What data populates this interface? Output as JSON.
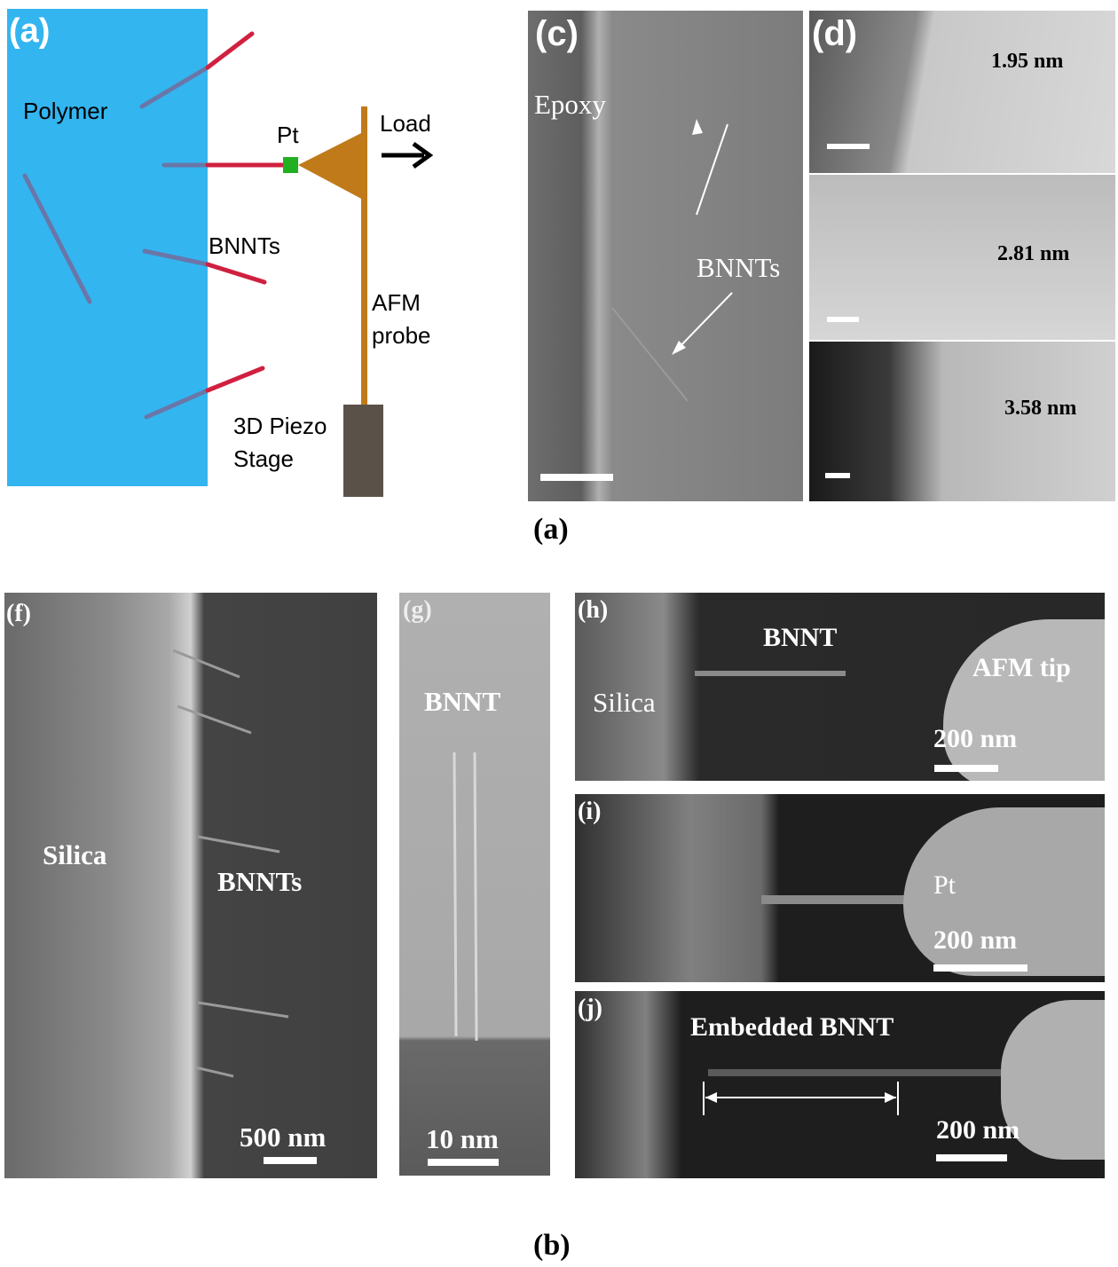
{
  "schematic": {
    "panel_label": "(a)",
    "polymer": "Polymer",
    "pt": "Pt",
    "load": "Load",
    "bnnts": "BNNTs",
    "afm_probe_line1": "AFM",
    "afm_probe_line2": "probe",
    "stage_line1": "3D Piezo",
    "stage_line2": "Stage",
    "colors": {
      "polymer": "#33b5f0",
      "tube_red": "#d02040",
      "tube_blue": "#6a76a8",
      "probe": "#c07a1a",
      "pt": "#20b020",
      "stage": "#5a5248"
    }
  },
  "panel_c": {
    "label": "(c)",
    "epoxy": "Epoxy",
    "bnnts": "BNNTs"
  },
  "panel_d": {
    "label": "(d)",
    "d1": "1.95 nm",
    "d2": "2.81 nm",
    "d3": "3.58 nm"
  },
  "caption_top": "(a)",
  "panel_f": {
    "label": "(f)",
    "silica": "Silica",
    "bnnts": "BNNTs",
    "scale": "500 nm"
  },
  "panel_g": {
    "label": "(g)",
    "bnnt": "BNNT",
    "scale": "10 nm"
  },
  "panel_h": {
    "label": "(h)",
    "bnnt": "BNNT",
    "silica": "Silica",
    "afm_tip": "AFM tip",
    "scale": "200 nm"
  },
  "panel_i": {
    "label": "(i)",
    "pt": "Pt",
    "scale": "200 nm"
  },
  "panel_j": {
    "label": "(j)",
    "embedded": "Embedded BNNT",
    "scale": "200 nm"
  },
  "caption_bottom": "(b)"
}
